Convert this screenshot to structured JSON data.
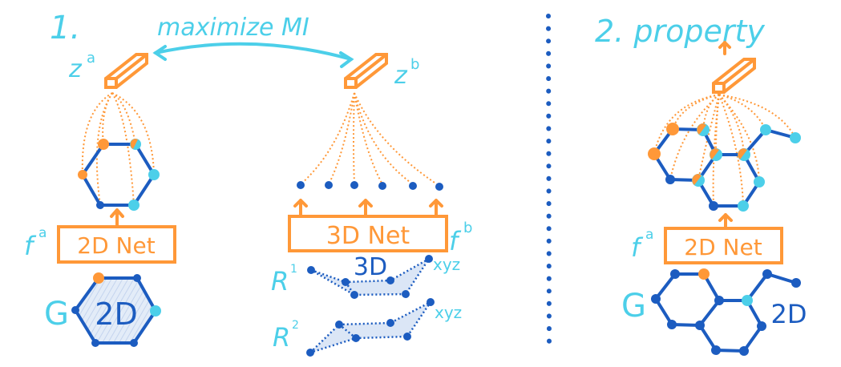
{
  "colors": {
    "cyan": "#4ccfe9",
    "orange": "#ff9838",
    "blue": "#1c5cc0"
  },
  "panel1": {
    "step": "1.",
    "objective": "maximize MI",
    "za_label": "z",
    "za_sup": "a",
    "zb_label": "z",
    "zb_sup": "b",
    "net2d": "2D Net",
    "fa_label": "f",
    "fa_sup": "a",
    "net3d": "3D Net",
    "fb_label": "f",
    "fb_sup": "b",
    "graph_label": "G",
    "graph_tag": "2D",
    "conf_tag": "3D",
    "r1_label": "R",
    "r1_sup": "1",
    "r2_label": "R",
    "r2_sup": "2",
    "xyz1": "xyz",
    "xyz2": "xyz"
  },
  "panel2": {
    "step": "2. property",
    "fa_label": "f",
    "fa_sup": "a",
    "net2d": "2D Net",
    "graph_label": "G",
    "graph_tag": "2D"
  }
}
